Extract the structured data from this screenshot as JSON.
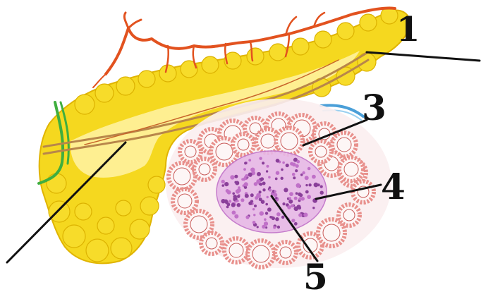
{
  "diagram": {
    "labels": {
      "n1": "1",
      "n3": "3",
      "n4": "4",
      "n5": "5"
    },
    "colors": {
      "gland": "#f5d81f",
      "gland_light": "#fff3a6",
      "gland_dark": "#e0b400",
      "artery": "#e2521f",
      "duct": "#b8864a",
      "nerve_green": "#3fae3f",
      "vein_blue": "#4a9fd8",
      "acinus": "#e8908c",
      "acinus_dark": "#c85a58",
      "islet": "#c070c8",
      "leader": "#111111"
    }
  }
}
